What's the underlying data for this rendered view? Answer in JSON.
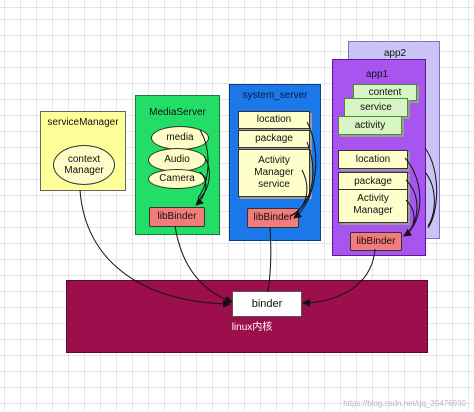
{
  "service_manager": {
    "title": "serviceManager",
    "context": "context Manager"
  },
  "media_server": {
    "title": "MediaServer",
    "items": [
      "media",
      "Audio",
      "Camera"
    ],
    "lib": "libBinder"
  },
  "system_server": {
    "title": "system_server",
    "items": [
      "location",
      "package",
      "Activity Manager service"
    ],
    "lib": "libBinder"
  },
  "app2": {
    "title": "app2"
  },
  "app1": {
    "title": "app1",
    "green_items": [
      "content",
      "service",
      "activity"
    ],
    "items": [
      "location",
      "package",
      "Activity Manager"
    ],
    "lib": "libBinder"
  },
  "kernel": {
    "label": "linux内核",
    "binder": "binder"
  },
  "watermark": "https://blog.csdn.net/qq_39476930",
  "colors": {
    "service_manager_bg": "#ffff99",
    "media_server_bg": "#22dd66",
    "system_server_bg": "#1a78e8",
    "app1_bg": "#a855f0",
    "app2_bg": "#c9c4f5",
    "kernel_bg": "#9c0f4c",
    "lib_binder": "#f27b7b"
  }
}
